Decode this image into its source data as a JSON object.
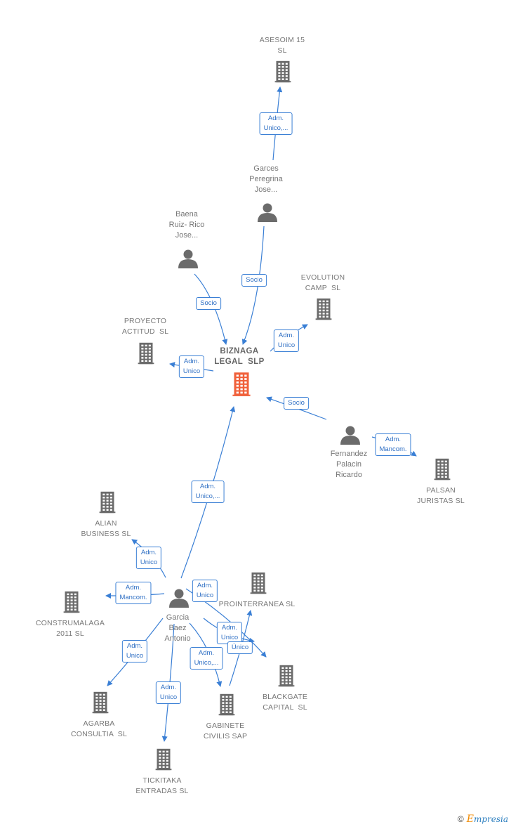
{
  "colors": {
    "edge": "#3a7fd5",
    "icon": "#6b6b6b",
    "center_icon": "#f0603a",
    "label": "#777777"
  },
  "nodes": [
    {
      "id": "asesoim",
      "type": "company",
      "label": "ASESOIM 15\nSL"
    },
    {
      "id": "garces",
      "type": "person",
      "label": "Garces\nPeregrina\nJose..."
    },
    {
      "id": "baena",
      "type": "person",
      "label": "Baena\nRuiz- Rico\nJose..."
    },
    {
      "id": "evolution",
      "type": "company",
      "label": "EVOLUTION\nCAMP  SL"
    },
    {
      "id": "proyecto",
      "type": "company",
      "label": "PROYECTO\nACTITUD  SL"
    },
    {
      "id": "biznaga",
      "type": "center",
      "label": "BIZNAGA\nLEGAL  SLP"
    },
    {
      "id": "fernandez",
      "type": "person",
      "label": "Fernandez\nPalacin\nRicardo"
    },
    {
      "id": "palsan",
      "type": "company",
      "label": "PALSAN\nJURISTAS SL"
    },
    {
      "id": "alian",
      "type": "company",
      "label": "ALIAN\nBUSINESS SL"
    },
    {
      "id": "garcia",
      "type": "person",
      "label": "Garcia\nBaez\nAntonio"
    },
    {
      "id": "construmalaga",
      "type": "company",
      "label": "CONSTRUMALAGA\n2011 SL"
    },
    {
      "id": "prointerranea",
      "type": "company",
      "label": "PROINTERRANEA SL"
    },
    {
      "id": "blackgate",
      "type": "company",
      "label": "BLACKGATE\nCAPITAL  SL"
    },
    {
      "id": "agarba",
      "type": "company",
      "label": "AGARBA\nCONSULTIA  SL"
    },
    {
      "id": "gabinete",
      "type": "company",
      "label": "GABINETE\nCIVILIS SAP"
    },
    {
      "id": "tickitaka",
      "type": "company",
      "label": "TICKITAKA\nENTRADAS SL"
    }
  ],
  "edges": [
    {
      "from": "garces",
      "to": "asesoim",
      "label": "Adm.\nUnico,..."
    },
    {
      "from": "garces",
      "to": "biznaga",
      "label": "Socio"
    },
    {
      "from": "baena",
      "to": "biznaga",
      "label": "Socio"
    },
    {
      "from": "biznaga",
      "to": "evolution",
      "label": "Adm.\nUnico"
    },
    {
      "from": "biznaga",
      "to": "proyecto",
      "label": "Adm.\nUnico"
    },
    {
      "from": "fernandez",
      "to": "biznaga",
      "label": "Socio"
    },
    {
      "from": "fernandez",
      "to": "palsan",
      "label": "Adm.\nMancom."
    },
    {
      "from": "garcia",
      "to": "biznaga",
      "label": "Adm.\nUnico,..."
    },
    {
      "from": "garcia",
      "to": "alian",
      "label": "Adm.\nUnico"
    },
    {
      "from": "garcia",
      "to": "construmalaga",
      "label": "Adm.\nMancom."
    },
    {
      "from": "garcia",
      "to": "blackgate",
      "label": "Adm.\nUnico"
    },
    {
      "from": "garcia",
      "to": "agarba",
      "label": "Adm.\nUnico"
    },
    {
      "from": "garcia",
      "to": "tickitaka",
      "label": "Adm.\nUnico"
    },
    {
      "from": "garcia",
      "to": "gabinete",
      "label": "Adm.\nUnico,..."
    },
    {
      "from": "gabinete",
      "to": "prointerranea",
      "label": "Adm.\nUnico"
    },
    {
      "from": "garcia",
      "to": "prointerranea",
      "label": "Único"
    }
  ],
  "credit": {
    "symbol": "©",
    "brand_first": "E",
    "brand_rest": "mpresia"
  }
}
